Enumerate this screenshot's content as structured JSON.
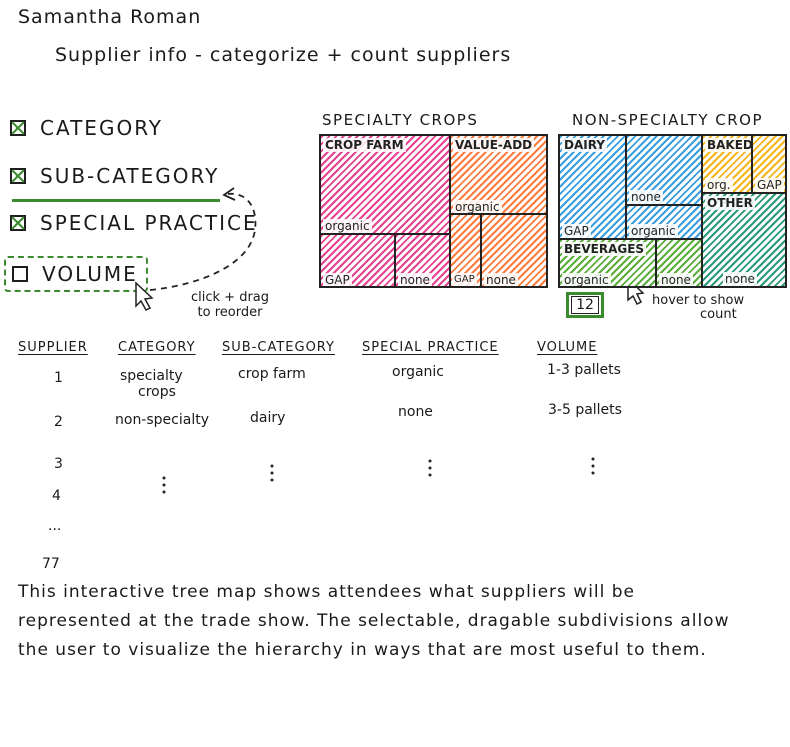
{
  "author": "Samantha Roman",
  "subtitle": "Supplier info - categorize + count suppliers",
  "hierarchy_levels": [
    {
      "label": "CATEGORY",
      "checked": true
    },
    {
      "label": "SUB-CATEGORY",
      "checked": true
    },
    {
      "label": "SPECIAL PRACTICE",
      "checked": true
    },
    {
      "label": "VOLUME",
      "checked": false
    }
  ],
  "drag_note": "click + drag to reorder",
  "treemap": {
    "specialty": {
      "title": "SPECIALTY CROPS",
      "crop_farm": "CROP FARM",
      "value_add": "VALUE-ADD",
      "organic_1": "organic",
      "organic_2": "organic",
      "gap_1": "GAP",
      "none_1": "none",
      "gap_2": "GAP",
      "none_2": "none"
    },
    "non_specialty": {
      "title": "NON-SPECIALTY CROP",
      "dairy": "DAIRY",
      "baked": "BAKED",
      "none_dairy": "none",
      "org": "org.",
      "gap_baked": "GAP",
      "other": "OTHER",
      "gap_dairy": "GAP",
      "organic_dairy": "organic",
      "beverages": "BEVERAGES",
      "organic_bev": "organic",
      "none_bev": "none",
      "none_other": "none"
    },
    "tooltip_count": "12",
    "hover_note_line1": "hover to show",
    "hover_note_line2": "count"
  },
  "table": {
    "headers": [
      "SUPPLIER",
      "CATEGORY",
      "SUB-CATEGORY",
      "SPECIAL PRACTICE",
      "VOLUME"
    ],
    "row1": {
      "id": "1",
      "category_l1": "specialty",
      "category_l2": "crops",
      "sub": "crop farm",
      "practice": "organic",
      "volume": "1-3 pallets"
    },
    "row2": {
      "id": "2",
      "category": "non-specialty",
      "sub": "dairy",
      "practice": "none",
      "volume": "3-5 pallets"
    },
    "row3_id": "3",
    "row4_id": "4",
    "ellipsis": "...",
    "last_id": "77"
  },
  "description": "This interactive tree map shows attendees what suppliers will be represented at the trade show. The selectable, dragable subdivisions allow the user to visualize the hierarchy in ways that are most useful to them.",
  "colors": {
    "specialty_crop_farm": "#e8418f",
    "specialty_value_add": "#ff7a3d",
    "dairy": "#3a9ddd",
    "baked": "#f5b51b",
    "beverages": "#5aac3c",
    "other": "#2b9a7a",
    "accent_green": "#3a8a2e"
  }
}
